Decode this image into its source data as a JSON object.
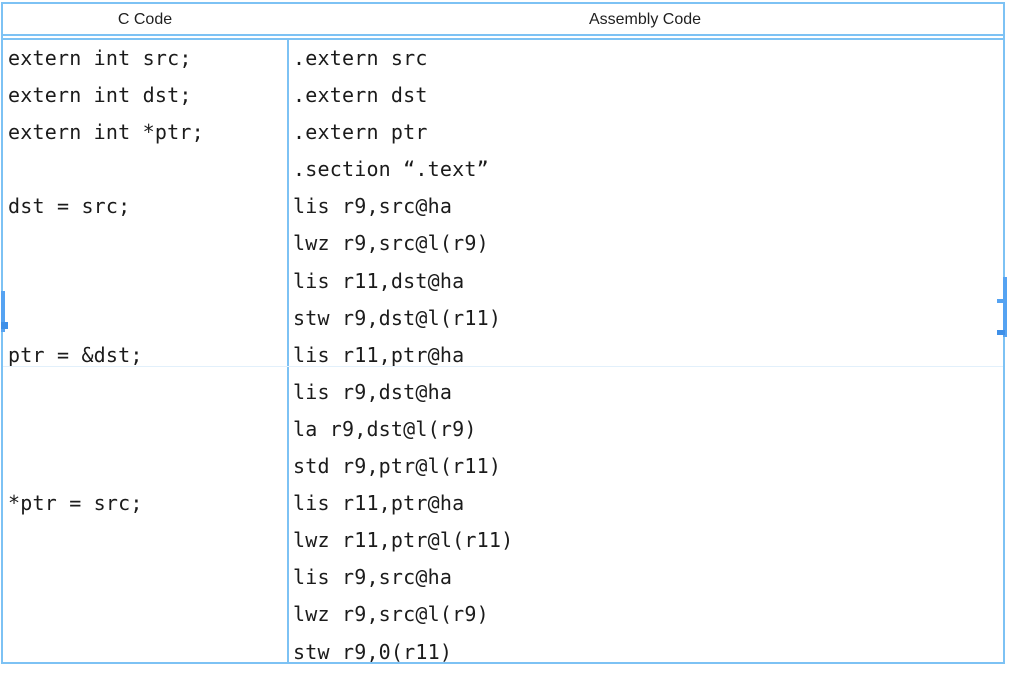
{
  "table": {
    "headers": {
      "c": "C Code",
      "asm": "Assembly Code"
    },
    "lines": [
      {
        "c": "extern int src;",
        "asm": ".extern src"
      },
      {
        "c": "extern int dst;",
        "asm": ".extern dst"
      },
      {
        "c": "extern int *ptr;",
        "asm": ".extern ptr"
      },
      {
        "c": "",
        "asm": ".section “.text”"
      },
      {
        "c": "dst = src;",
        "asm": "lis r9,src@ha"
      },
      {
        "c": "",
        "asm": "lwz r9,src@l(r9)"
      },
      {
        "c": "",
        "asm": "lis r11,dst@ha"
      },
      {
        "c": "",
        "asm": "stw r9,dst@l(r11)"
      },
      {
        "c": "ptr = &dst;",
        "asm": "lis r11,ptr@ha"
      },
      {
        "c": "",
        "asm": "lis r9,dst@ha"
      },
      {
        "c": "",
        "asm": "la r9,dst@l(r9)"
      },
      {
        "c": "",
        "asm": "std r9,ptr@l(r11)"
      },
      {
        "c": "*ptr = src;",
        "asm": "lis r11,ptr@ha"
      },
      {
        "c": "",
        "asm": "lwz r11,ptr@l(r11)"
      },
      {
        "c": "",
        "asm": "lis r9,src@ha"
      },
      {
        "c": "",
        "asm": "lwz r9,src@l(r9)"
      },
      {
        "c": "",
        "asm": "stw r9,0(r11)"
      }
    ]
  },
  "colors": {
    "border": "#7dc2f4",
    "border_faint": "#e2f0fb",
    "handle": "#55a3f2",
    "handle_notch": "#3f90e8",
    "text": "#1b1b1b",
    "header_text": "#1f1f1f"
  }
}
